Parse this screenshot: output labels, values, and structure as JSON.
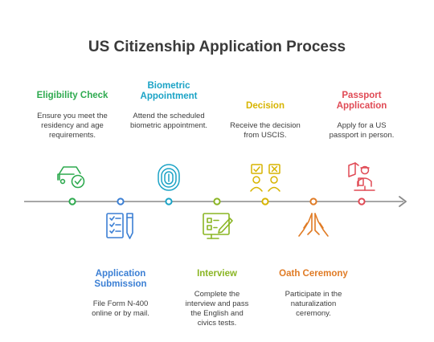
{
  "title": "US Citizenship Application Process",
  "colors": {
    "green": "#2eaa4f",
    "blue": "#3b7fd4",
    "cyan": "#1ba3c6",
    "lime": "#8ab523",
    "yellow": "#d7b400",
    "orange": "#e07b25",
    "red": "#e04a55",
    "timeline": "#8a8a8a"
  },
  "steps": [
    {
      "title": "Eligibility Check",
      "description": "Ensure you meet the residency and age requirements.",
      "icon": "car-check-icon",
      "color": "#2eaa4f",
      "position": "above"
    },
    {
      "title": "Application Submission",
      "description": "File Form N-400 online or by mail.",
      "icon": "form-pen-icon",
      "color": "#3b7fd4",
      "position": "below"
    },
    {
      "title": "Biometric Appointment",
      "description": "Attend the scheduled biometric appointment.",
      "icon": "fingerprint-icon",
      "color": "#1ba3c6",
      "position": "above"
    },
    {
      "title": "Interview",
      "description": "Complete the interview and pass the English and civics tests.",
      "icon": "checklist-monitor-icon",
      "color": "#8ab523",
      "position": "below"
    },
    {
      "title": "Decision",
      "description": "Receive the decision from USCIS.",
      "icon": "approve-reject-icon",
      "color": "#d7b400",
      "position": "above"
    },
    {
      "title": "Oath Ceremony",
      "description": "Participate in the naturalization ceremony.",
      "icon": "praying-hands-icon",
      "color": "#e07b25",
      "position": "below"
    },
    {
      "title": "Passport Application",
      "description": "Apply for a US passport in person.",
      "icon": "passport-person-icon",
      "color": "#e04a55",
      "position": "above"
    }
  ]
}
